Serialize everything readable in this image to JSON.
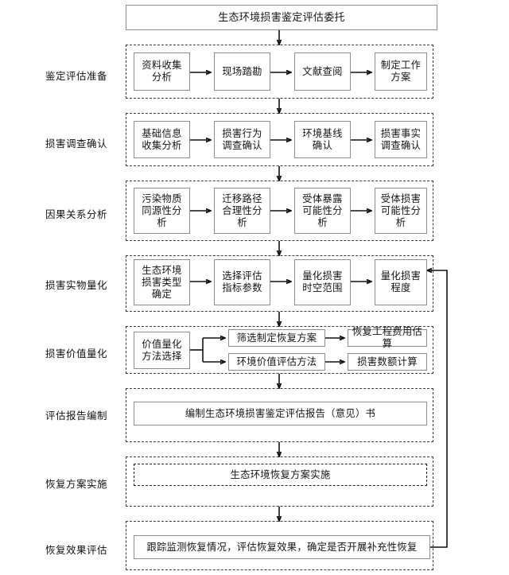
{
  "diagram": {
    "title_box": "生态环境损害鉴定评估委托",
    "stages": [
      {
        "label": "鉴定评估准备",
        "boxes": [
          "资料收集\n分析",
          "现场踏勘",
          "文献查阅",
          "制定工作\n方案"
        ]
      },
      {
        "label": "损害调查确认",
        "boxes": [
          "基础信息\n收集分析",
          "损害行为\n调查确认",
          "环境基线\n确认",
          "损害事实\n调查确认"
        ]
      },
      {
        "label": "因果关系分析",
        "boxes": [
          "污染物质\n同源性分\n析",
          "迁移路径\n合理性分\n析",
          "受体暴露\n可能性分\n析",
          "受体损害\n可能性分\n析"
        ]
      },
      {
        "label": "损害实物量化",
        "boxes": [
          "生态环境\n损害类型\n确定",
          "选择评估\n指标参数",
          "量化损害\n时空范围",
          "量化损害\n程度"
        ]
      },
      {
        "label": "损害价值量化",
        "boxes": [
          "价值量化\n方法选择",
          "筛选制定恢复方案",
          "恢复工程费用估算",
          "环境价值评估方法",
          "损害数额计算"
        ]
      },
      {
        "label": "评估报告编制",
        "boxes": [
          "编制生态环境损害鉴定评估报告（意见）书"
        ]
      },
      {
        "label": "恢复方案实施",
        "boxes": [
          "生态环境恢复方案实施"
        ]
      },
      {
        "label": "恢复效果评估",
        "boxes": [
          "跟踪监测恢复情况，评估恢复效果，确定是否开展补充性恢复"
        ]
      }
    ],
    "colors": {
      "box_border": "#8a8f96",
      "group_border": "#3a3a3a",
      "arrow": "#111111",
      "background": "#ffffff",
      "text": "#141414"
    }
  }
}
